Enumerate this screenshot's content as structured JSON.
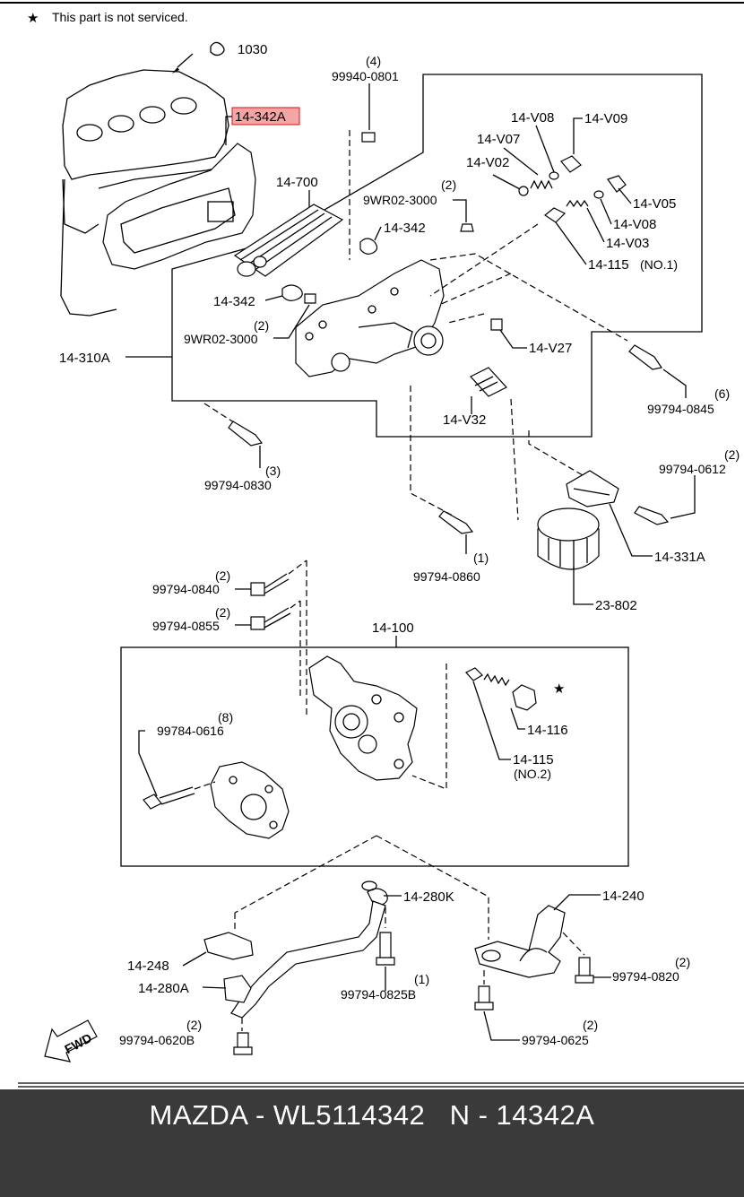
{
  "note": {
    "symbol": "★",
    "text": "This part is not serviced."
  },
  "labels": {
    "p1030": "1030",
    "p14342A": "14-342A",
    "q4": "(4)",
    "p99940": "99940-0801",
    "p14700": "14-700",
    "q2a": "(2)",
    "p9WR02a": "9WR02-3000",
    "p14342a": "14-342",
    "p14342b": "14-342",
    "q2b": "(2)",
    "p9WR02b": "9WR02-3000",
    "p14310A": "14-310A",
    "p14V08a": "14-V08",
    "p14V09": "14-V09",
    "p14V07": "14-V07",
    "p14V02": "14-V02",
    "p14V05": "14-V05",
    "p14V08b": "14-V08",
    "p14V03": "14-V03",
    "p14115a": "14-115",
    "p14115a_no": "(NO.1)",
    "p14V27": "14-V27",
    "p14V32": "14-V32",
    "q6": "(6)",
    "p99794_0845": "99794-0845",
    "q3": "(3)",
    "p99794_0830": "99794-0830",
    "q1a": "(1)",
    "p99794_0860": "99794-0860",
    "p99794_0612": "99794-0612",
    "p14331A": "14-331A",
    "p23802": "23-802",
    "q2c": "(2)",
    "p99794_0840": "99794-0840",
    "q2d": "(2)",
    "p99794_0855": "99794-0855",
    "p14100": "14-100",
    "q8": "(8)",
    "p99784_0616": "99784-0616",
    "star": "★",
    "p14116": "14-116",
    "p14115b": "14-115",
    "p14115b_no": "(NO.2)",
    "p14280K": "14-280K",
    "p14240": "14-240",
    "p14248": "14-248",
    "p14280A": "14-280A",
    "q1b": "(1)",
    "p99794_0825B": "99794-0825B",
    "q2e": "(2)",
    "p99794_0820": "99794-0820",
    "q2f": "(2)",
    "p99794_0620B": "99794-0620B",
    "q2g": "(2)",
    "p99794_0625": "99794-0625",
    "fwd": "FWD"
  },
  "colors": {
    "highlight_fill": "#f4a6a6",
    "highlight_border": "#d11111",
    "footer_bg": "#3a3a3a",
    "footer_text": "#ffffff"
  },
  "footer": {
    "text": "MAZDA - WL5114342   N - 14342A"
  }
}
